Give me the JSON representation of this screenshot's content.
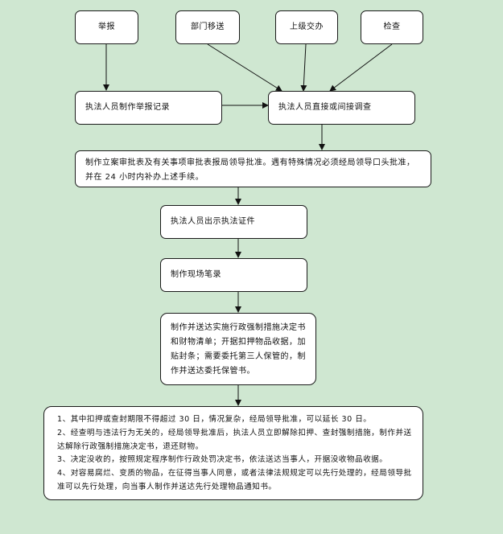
{
  "diagram": {
    "sources": [
      "举报",
      "部门移送",
      "上级交办",
      "检查"
    ],
    "report_record": "执法人员制作举报记录",
    "investigation": "执法人员直接或间接调查",
    "approval": "制作立案审批表及有关事项审批表报局领导批准。遇有特殊情况必须经局领导口头批准，并在 24 小时内补办上述手续。",
    "show_credentials": "执法人员出示执法证件",
    "onsite_record": "制作现场笔录",
    "enforcement": "制作并送达实施行政强制措施决定书和财物清单；开据扣押物品收据，加贴封条；需要委托第三人保管的，制作并送达委托保管书。",
    "notes": [
      "1、其中扣押或查封期限不得超过 30 日，情况复杂，经局领导批准，可以延长 30 日。",
      "2、经查明与违法行为无关的，经局领导批准后，执法人员立即解除扣押、查封强制措施，制作并送达解除行政强制措施决定书，退还财物。",
      "3、决定没收的，按照规定程序制作行政处罚决定书，依法送达当事人，开据没收物品收据。",
      "4、对容易腐烂、变质的物品，在征得当事人同意，或者法律法规规定可以先行处理的，经局领导批准可以先行处理，向当事人制作并送达先行处理物品通知书。"
    ]
  }
}
